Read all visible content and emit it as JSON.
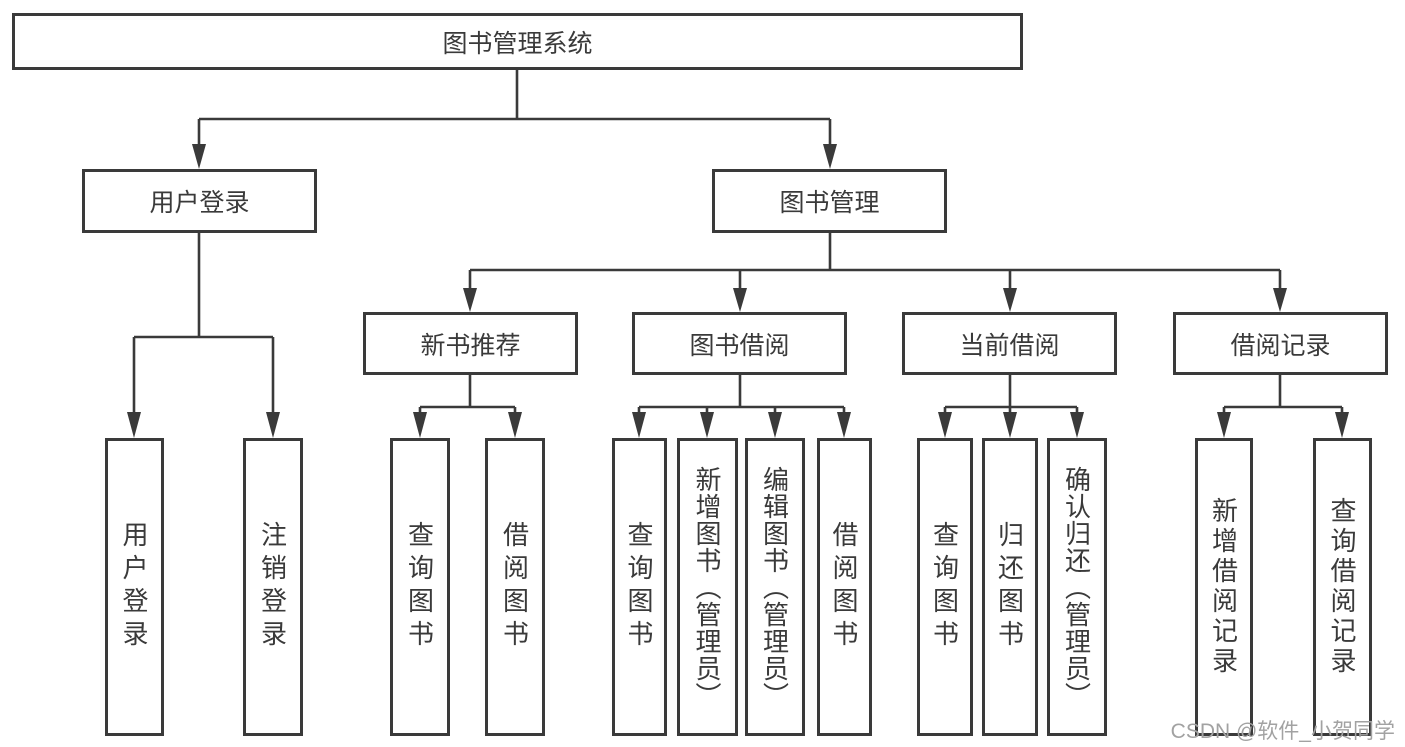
{
  "diagram": {
    "root": {
      "label": "图书管理系统"
    },
    "level2": [
      {
        "id": "user-login",
        "label": "用户登录"
      },
      {
        "id": "book-management",
        "label": "图书管理"
      }
    ],
    "level3": [
      {
        "id": "new-book-recommend",
        "label": "新书推荐"
      },
      {
        "id": "book-borrow",
        "label": "图书借阅"
      },
      {
        "id": "current-borrow",
        "label": "当前借阅"
      },
      {
        "id": "borrow-records",
        "label": "借阅记录"
      }
    ],
    "leaves": {
      "user_login": [
        {
          "label": "用户登录"
        },
        {
          "label": "注销登录"
        }
      ],
      "new_book_recommend": [
        {
          "label": "查询图书"
        },
        {
          "label": "借阅图书"
        }
      ],
      "book_borrow": [
        {
          "label": "查询图书"
        },
        {
          "label": "新增图书（管理员）"
        },
        {
          "label": "编辑图书（管理员）"
        },
        {
          "label": "借阅图书"
        }
      ],
      "current_borrow": [
        {
          "label": "查询图书"
        },
        {
          "label": "归还图书"
        },
        {
          "label": "确认归还（管理员）"
        }
      ],
      "borrow_records": [
        {
          "label": "新增借阅记录"
        },
        {
          "label": "查询借阅记录"
        }
      ]
    }
  },
  "watermark": {
    "text": "CSDN @软件_小贺同学"
  },
  "colors": {
    "line": "#3a3a3a",
    "box_border": "#3a3a3a",
    "text": "#3a3a3a",
    "watermark": "#a2a2a2",
    "background": "#ffffff"
  }
}
